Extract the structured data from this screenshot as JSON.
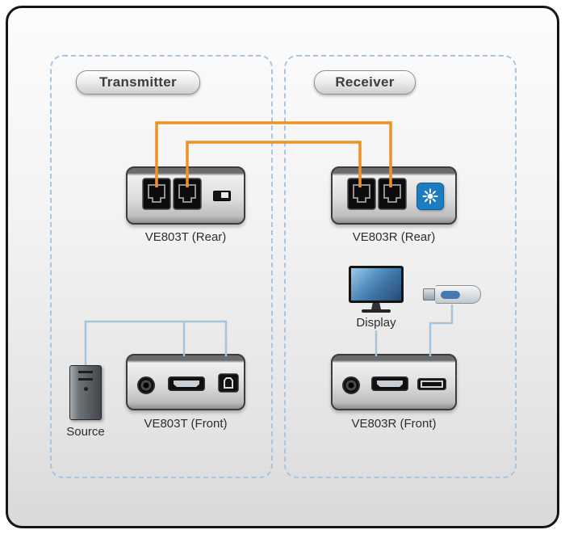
{
  "transmitter": {
    "zone_label": "Transmitter",
    "rear_caption": "VE803T (Rear)",
    "front_caption": "VE803T (Front)",
    "source_caption": "Source"
  },
  "receiver": {
    "zone_label": "Receiver",
    "rear_caption": "VE803R (Rear)",
    "front_caption": "VE803R (Front)",
    "display_caption": "Display"
  },
  "colors": {
    "cat5_cable": "#ee9126",
    "signal_cable": "#a6c5da",
    "zone_dash": "#a9c6de",
    "badge_blue": "#1c7cc0"
  },
  "icons": {
    "badge": "sun-rays-badge-icon",
    "rj45": "rj45-lan-port",
    "hdmi": "hdmi-port",
    "usb_b": "usb-b-port",
    "usb_a": "usb-a-port",
    "power": "power-jack",
    "switch": "mode-switch"
  }
}
